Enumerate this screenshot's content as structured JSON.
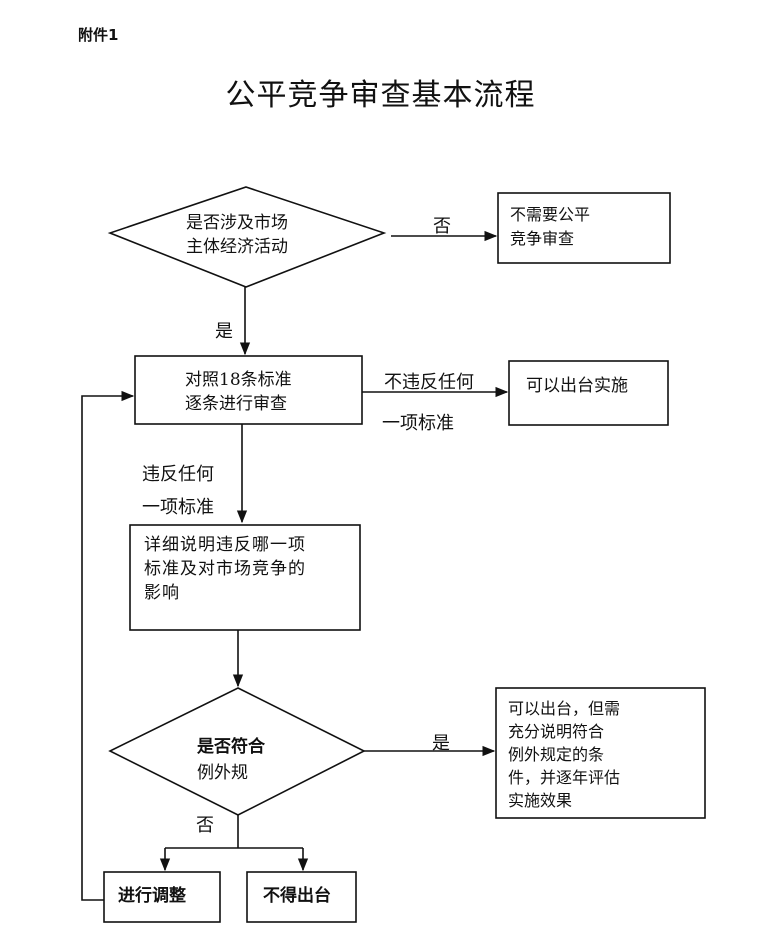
{
  "header": {
    "attachment_label": "附件1",
    "title": "公平竞争审查基本流程"
  },
  "nodes": {
    "q1": "是否涉及市场\n主体经济活动",
    "no_review": "不需要公平\n竞争审查",
    "review": "对照18条标准\n逐条进行审查",
    "can_issue": "可以出台实施",
    "explain": "详细说明违反哪一项\n标准及对市场竞争的\n影响",
    "q2_line1": "是否符合",
    "q2_line2": "例外规",
    "exception_issue": "可以出台，但需\n充分说明符合\n例外规定的条\n件，并逐年评估\n实施效果",
    "adjust": "进行调整",
    "no_issue": "不得出台"
  },
  "edges": {
    "q1_no": "否",
    "q1_yes": "是",
    "no_violation_line1": "不违反任何",
    "no_violation_line2": "一项标准",
    "violation_line1": "违反任何",
    "violation_line2": "一项标准",
    "q2_yes": "是",
    "q2_no": "否"
  }
}
